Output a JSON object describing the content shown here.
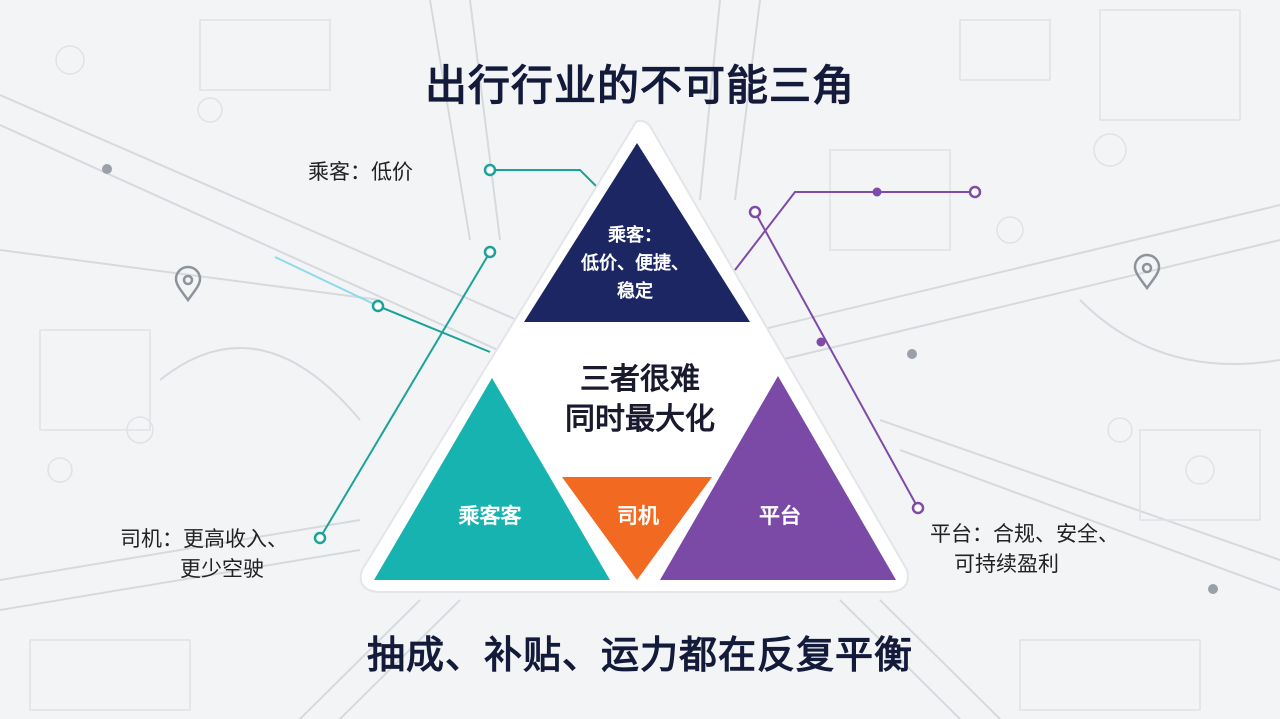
{
  "title": "出行行业的不可能三角",
  "caption": "抽成、补贴、运力都在反复平衡",
  "callouts": {
    "passenger": "乘客：低价",
    "driver_line1": "司机：更高收入、",
    "driver_line2": "更少空驶",
    "platform_line1": "平台：合规、安全、",
    "platform_line2": "可持续盈利"
  },
  "pyramid": {
    "top_line1": "乘客：",
    "top_line2": "低价、便捷、",
    "top_line3": "稳定",
    "center_line1": "三者很难",
    "center_line2": "同时最大化",
    "left_label": "乘客客",
    "middle_label": "司机",
    "right_label": "平台"
  },
  "colors": {
    "navy": "#1b2663",
    "teal": "#17b3b0",
    "orange": "#f26a21",
    "purple": "#7a4aa6",
    "teal_line": "#1aa39a",
    "purple_line": "#7f4aa8"
  }
}
